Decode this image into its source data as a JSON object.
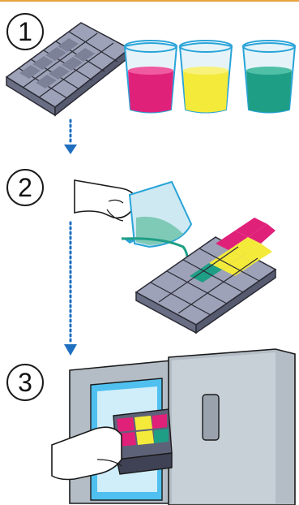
{
  "steps": [
    {
      "number": "1"
    },
    {
      "number": "2"
    },
    {
      "number": "3"
    }
  ],
  "colors": {
    "accent_line": "#e8a23c",
    "arrow": "#1f6fc0",
    "tray": "#8a8fa8",
    "tray_dark": "#5e6278",
    "magenta": "#e0217a",
    "yellow": "#f3ea3a",
    "teal": "#1f9e86",
    "glass": "#cfe9f3",
    "fridge": "#b4bdc6",
    "freezer_blue": "#4fc0ef",
    "skin": "#ffffff"
  },
  "icons": [
    "ice-tray-icon",
    "glass-icon",
    "hand-icon",
    "fridge-icon",
    "arrow-down-icon"
  ]
}
